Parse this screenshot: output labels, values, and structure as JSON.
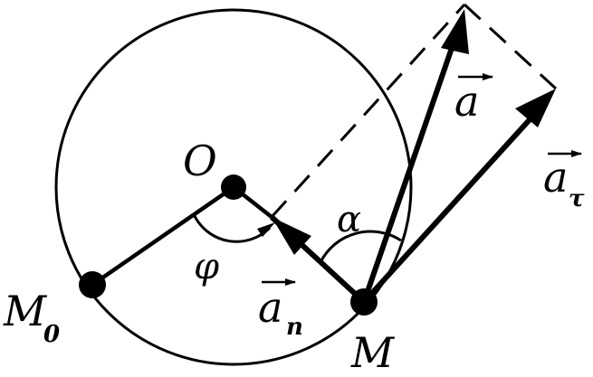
{
  "labels": {
    "center": "O",
    "start_point": "M",
    "start_point_sub": "0",
    "point": "M",
    "angle_phi": "φ",
    "angle_alpha": "α",
    "accel_total": "a",
    "accel_normal": "a",
    "accel_normal_sub": "n",
    "accel_tangential": "a",
    "accel_tangential_sub": "τ"
  },
  "colors": {
    "ink": "#000000",
    "background": "#ffffff"
  }
}
